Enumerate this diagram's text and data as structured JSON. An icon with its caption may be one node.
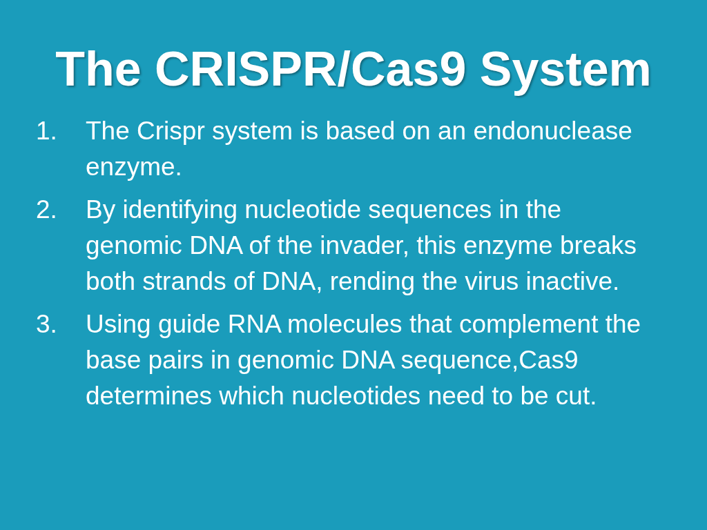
{
  "diagram": {
    "title": "The CRISPR/Cas9 System",
    "labels": [
      "1.",
      "The Crispr system is based on an endonuclease enzyme.",
      "2.",
      "By identifying nucleotide sequences in the genomic DNA of the invader, this enzyme breaks both strands of DNA, rending the virus inactive.",
      "3.",
      "Using guide RNA molecules that complement the base pairs in genomic DNA sequence,Cas9 determines which nucleotides need to be cut."
    ]
  }
}
